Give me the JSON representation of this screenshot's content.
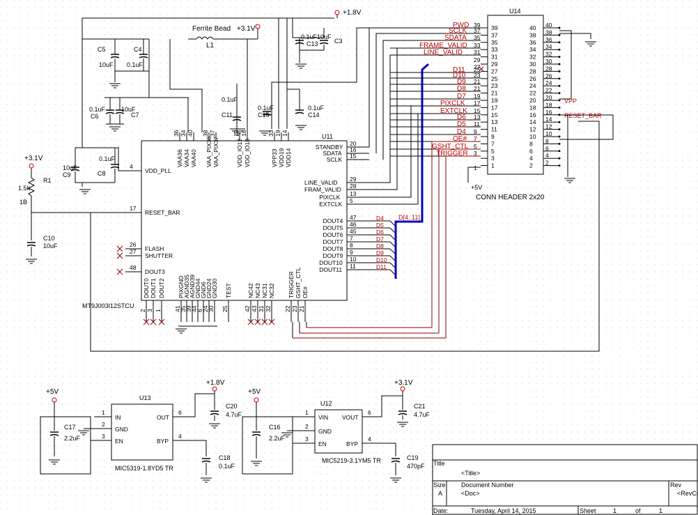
{
  "power": {
    "p18": "+1.8V",
    "p31": "+3.1V",
    "p5": "+5V"
  },
  "ferrite": {
    "label": "Ferrite Bead",
    "ref": "L1"
  },
  "caps": {
    "c5": {
      "ref": "C5",
      "val": "10uF"
    },
    "c4": {
      "ref": "C4",
      "val": "0.1uF"
    },
    "c6": {
      "ref": "C6",
      "val": "0.1uF"
    },
    "c7": {
      "ref": "C7",
      "val": "10uF"
    },
    "c11": {
      "ref": "C11",
      "val": "0.1uF"
    },
    "c13": {
      "ref": "C13",
      "val": "0.1uF"
    },
    "c3": {
      "ref": "C3",
      "val": "10uF"
    },
    "c15": {
      "ref": "C15",
      "val": "0.1uF"
    },
    "c14": {
      "ref": "C14",
      "val": "0.1uF"
    },
    "c9": {
      "ref": "C9",
      "val": "10uF"
    },
    "c8": {
      "ref": "C8",
      "val": "0.1uF"
    },
    "c10": {
      "ref": "C10",
      "val": "10uF"
    },
    "c17": {
      "ref": "C17",
      "val": "2.2uF"
    },
    "c18": {
      "ref": "C18",
      "val": "0.1uF"
    },
    "c20": {
      "ref": "C20",
      "val": "4.7uF"
    },
    "c16": {
      "ref": "C16",
      "val": "2.2uF"
    },
    "c21": {
      "ref": "C21",
      "val": "4.7uF"
    },
    "c19": {
      "ref": "C19",
      "val": "470pF"
    }
  },
  "r1": {
    "ref": "R1",
    "val": "1.5k",
    "extra": "1B"
  },
  "u11": {
    "ref": "U11",
    "part": "MT9J003I12STCU",
    "left_pins": [
      {
        "num": "4",
        "name": "VDD_PLL"
      },
      {
        "num": "17",
        "name": "RESET_BAR"
      },
      {
        "num": "26",
        "name": "FLASH"
      },
      {
        "num": "27",
        "name": "SHUTTER"
      },
      {
        "num": "48",
        "name": "DOUT3"
      }
    ],
    "top_pins": [
      {
        "num": "36",
        "name": "VAA36"
      },
      {
        "num": "34",
        "name": "VAA34"
      },
      {
        "num": "40",
        "name": "VAA40"
      },
      {
        "num": "38",
        "name": "VAA_PIX38"
      },
      {
        "num": "37",
        "name": "VAA_PIX37"
      },
      {
        "num": "12",
        "name": "VDD_IO12"
      },
      {
        "num": "18",
        "name": "VDD_IO18"
      },
      {
        "num": "33",
        "name": "VPP33"
      },
      {
        "num": "19",
        "name": "VDD19"
      },
      {
        "num": "14",
        "name": "VDD14"
      }
    ],
    "right_pins": [
      {
        "num": "20",
        "name": "STANDBY"
      },
      {
        "num": "16",
        "name": "SDATA"
      },
      {
        "num": "15",
        "name": "SCLK"
      },
      {
        "num": "29",
        "name": "LINE_VALID"
      },
      {
        "num": "28",
        "name": "FRAM_VALID"
      },
      {
        "num": "13",
        "name": "PIXCLK"
      },
      {
        "num": "5",
        "name": "EXTCLK"
      },
      {
        "num": "47",
        "name": "DOUT4"
      },
      {
        "num": "46",
        "name": "DOUT5"
      },
      {
        "num": "45",
        "name": "DOUT6"
      },
      {
        "num": "7",
        "name": "DOUT7"
      },
      {
        "num": "8",
        "name": "DOUT8"
      },
      {
        "num": "9",
        "name": "DOUT9"
      },
      {
        "num": "10",
        "name": "DOUT10"
      },
      {
        "num": "11",
        "name": "DOUT11"
      }
    ],
    "bottom_pins": [
      {
        "num": "2",
        "name": "DOUT0"
      },
      {
        "num": "3",
        "name": "DOUT1"
      },
      {
        "num": "1",
        "name": "DOUT2"
      },
      {
        "num": "41",
        "name": "PIXGND"
      },
      {
        "num": "35",
        "name": "AGND35"
      },
      {
        "num": "39",
        "name": "AGND39"
      },
      {
        "num": "44",
        "name": "GND44"
      },
      {
        "num": "6",
        "name": "GND6"
      },
      {
        "num": "24",
        "name": "GND24"
      },
      {
        "num": "30",
        "name": "GND30"
      },
      {
        "num": "25",
        "name": "TEST"
      },
      {
        "num": "42",
        "name": "NC42"
      },
      {
        "num": "43",
        "name": "NC43"
      },
      {
        "num": "31",
        "name": "NC31"
      },
      {
        "num": "32",
        "name": "NC32"
      },
      {
        "num": "22",
        "name": "TRIGGER"
      },
      {
        "num": "23",
        "name": "GSHT_CTL"
      },
      {
        "num": "21",
        "name": "OE#"
      }
    ]
  },
  "bus_label": "D[4..11]",
  "dnets": [
    "D4",
    "D5",
    "D6",
    "D7",
    "D8",
    "D9",
    "D10",
    "D11"
  ],
  "u14": {
    "ref": "U14",
    "part": "CONN HEADER 2x20",
    "left_odd": [
      "39",
      "37",
      "35",
      "33",
      "31",
      "29",
      "27",
      "25",
      "23",
      "21",
      "19",
      "17",
      "15",
      "13",
      "11",
      "9",
      "7",
      "5",
      "3",
      "1"
    ],
    "right_even": [
      "40",
      "38",
      "36",
      "34",
      "32",
      "30",
      "28",
      "26",
      "24",
      "22",
      "20",
      "18",
      "16",
      "14",
      "12",
      "10",
      "8",
      "6",
      "4",
      "2"
    ],
    "left_nets": [
      {
        "pin": "39",
        "net": "PWD"
      },
      {
        "pin": "37",
        "net": "SCLK"
      },
      {
        "pin": "35",
        "net": "SDATA"
      },
      {
        "pin": "33",
        "net": "FRAME_VALID"
      },
      {
        "pin": "31",
        "net": "LINE_VALID"
      },
      {
        "pin": "29",
        "net": ""
      },
      {
        "pin": "27",
        "net": ""
      },
      {
        "pin": "25",
        "net": "D11"
      },
      {
        "pin": "23",
        "net": "D10"
      },
      {
        "pin": "21",
        "net": "D9"
      },
      {
        "pin": "21",
        "net": "D8"
      },
      {
        "pin": "19",
        "net": "D7"
      },
      {
        "pin": "17",
        "net": "PIXCLK"
      },
      {
        "pin": "15",
        "net": "EXTCLK"
      },
      {
        "pin": "13",
        "net": "D6"
      },
      {
        "pin": "11",
        "net": "D5"
      },
      {
        "pin": "9",
        "net": "D4"
      },
      {
        "pin": "7",
        "net": "OE#"
      },
      {
        "pin": "5",
        "net": "GSHT_CTL"
      },
      {
        "pin": "3",
        "net": "TRIGGER"
      },
      {
        "pin": "1",
        "net": ""
      }
    ],
    "right_nets": [
      "40",
      "38",
      "36",
      "34",
      "32",
      "30",
      "28",
      "26",
      "24",
      "22",
      "20",
      "18",
      "16",
      "14",
      "12",
      "10",
      "8",
      "6",
      "4",
      "2"
    ],
    "vpp": "VPP",
    "reset": "RESET_BAR",
    "plus5": "+5V"
  },
  "u13": {
    "ref": "U13",
    "part": "MIC5319-1.8YD5 TR",
    "pins": [
      {
        "num": "1",
        "name": "IN"
      },
      {
        "num": "2",
        "name": "GND"
      },
      {
        "num": "3",
        "name": "EN"
      },
      {
        "num": "6",
        "name": "OUT"
      },
      {
        "num": "4",
        "name": "BYP"
      }
    ]
  },
  "u12": {
    "ref": "U12",
    "part": "MIC5219-3.1YM5 TR",
    "pins": [
      {
        "num": "1",
        "name": "VIN"
      },
      {
        "num": "2",
        "name": "GND"
      },
      {
        "num": "3",
        "name": "EN"
      },
      {
        "num": "6",
        "name": "VOUT"
      },
      {
        "num": "4",
        "name": "BYP"
      }
    ]
  },
  "title_block": {
    "title_label": "Title",
    "title_value": "<Title>",
    "size_label": "Size",
    "size_value": "A",
    "docnum_label": "Document Number",
    "docnum_value": "<Doc>",
    "rev_label": "Rev",
    "rev_value": "<RevCode>",
    "date_label": "Date:",
    "date_value": "Tuesday, April 14, 2015",
    "sheet_label": "Sheet",
    "sheet_num": "1",
    "of_label": "of",
    "sheet_total": "1"
  }
}
